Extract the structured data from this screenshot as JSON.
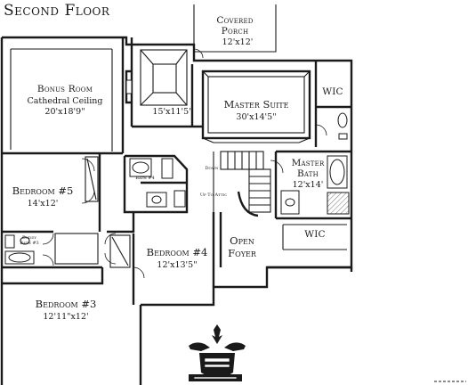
{
  "title": "Second Floor",
  "rooms": {
    "covered_porch": {
      "name_line1": "Covered",
      "name_line2": "Porch",
      "dims": "12'x12'"
    },
    "bonus_room": {
      "name": "Bonus Room",
      "note": "Cathedral Ceiling",
      "dims": "20'x18'9\""
    },
    "sitting_room": {
      "dims": "15'x11'5\""
    },
    "master_suite": {
      "name": "Master Suite",
      "dims": "30'x14'5\""
    },
    "wic_top": {
      "name": "WIC"
    },
    "master_bath": {
      "name_line1": "Master",
      "name_line2": "Bath",
      "dims": "12'x14'"
    },
    "wic_bottom": {
      "name": "WIC"
    },
    "bath4": {
      "name": "Bath #4"
    },
    "bedroom5": {
      "name": "Bedroom #5",
      "dims": "14'x12'"
    },
    "buddy_bath": {
      "name_line1": "Buddy",
      "name_line2": "Bath #3"
    },
    "bedroom4": {
      "name": "Bedroom #4",
      "dims": "12'x13'5\""
    },
    "open_foyer": {
      "name_line1": "Open",
      "name_line2": "Foyer"
    },
    "bedroom3": {
      "name": "Bedroom #3",
      "dims": "12'11\"x12'"
    }
  },
  "stair_labels": {
    "down": "Down",
    "up_to_attic": "Up To Attic"
  }
}
